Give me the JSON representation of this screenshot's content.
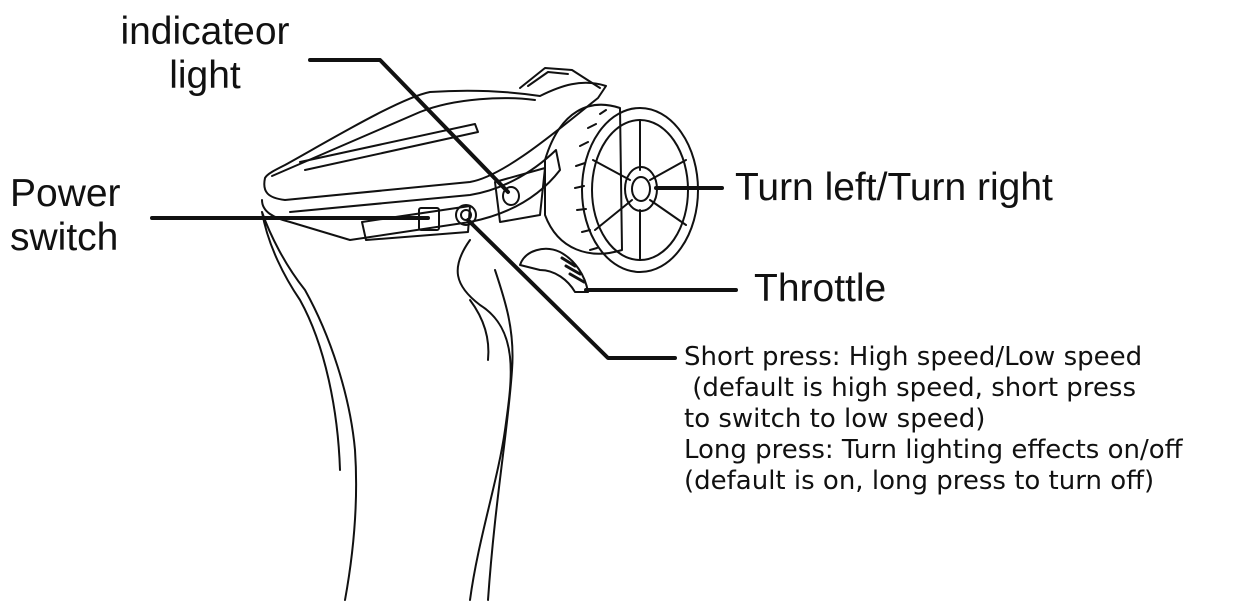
{
  "labels": {
    "indicator": [
      "indicateor",
      "light"
    ],
    "power": [
      "Power",
      "switch"
    ],
    "turn": "Turn left/Turn right",
    "throttle": "Throttle",
    "button_desc": [
      "Short press: High speed/Low speed",
      " (default is high speed, short press",
      "to switch to low speed)",
      "Long press: Turn lighting effects on/off",
      "(default is on, long press to turn off)"
    ]
  },
  "colors": {
    "ink": "#111111",
    "background": "#ffffff",
    "shade": "#555555"
  }
}
